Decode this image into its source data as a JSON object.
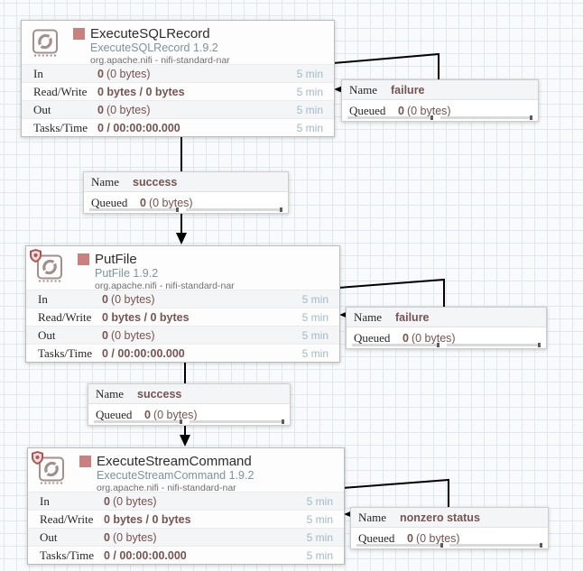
{
  "processors": [
    {
      "name": "ExecuteSQLRecord",
      "version": "ExecuteSQLRecord 1.9.2",
      "bundle": "org.apache.nifi - nifi-standard-nar",
      "state": "stopped",
      "stats": [
        {
          "label": "In",
          "bold": "0",
          "rest": "(0 bytes)",
          "time": "5 min"
        },
        {
          "label": "Read/Write",
          "bold": "0 bytes / 0 bytes",
          "rest": "",
          "time": "5 min"
        },
        {
          "label": "Out",
          "bold": "0",
          "rest": "(0 bytes)",
          "time": "5 min"
        },
        {
          "label": "Tasks/Time",
          "bold": "0 / 00:00:00.000",
          "rest": "",
          "time": "5 min"
        }
      ]
    },
    {
      "name": "PutFile",
      "version": "PutFile 1.9.2",
      "bundle": "org.apache.nifi - nifi-standard-nar",
      "state": "stopped",
      "restricted": true,
      "stats": [
        {
          "label": "In",
          "bold": "0",
          "rest": "(0 bytes)",
          "time": "5 min"
        },
        {
          "label": "Read/Write",
          "bold": "0 bytes / 0 bytes",
          "rest": "",
          "time": "5 min"
        },
        {
          "label": "Out",
          "bold": "0",
          "rest": "(0 bytes)",
          "time": "5 min"
        },
        {
          "label": "Tasks/Time",
          "bold": "0 / 00:00:00.000",
          "rest": "",
          "time": "5 min"
        }
      ]
    },
    {
      "name": "ExecuteStreamCommand",
      "version": "ExecuteStreamCommand 1.9.2",
      "bundle": "org.apache.nifi - nifi-standard-nar",
      "state": "stopped",
      "restricted": true,
      "stats": [
        {
          "label": "In",
          "bold": "0",
          "rest": "(0 bytes)",
          "time": "5 min"
        },
        {
          "label": "Read/Write",
          "bold": "0 bytes / 0 bytes",
          "rest": "",
          "time": "5 min"
        },
        {
          "label": "Out",
          "bold": "0",
          "rest": "(0 bytes)",
          "time": "5 min"
        },
        {
          "label": "Tasks/Time",
          "bold": "0 / 00:00:00.000",
          "rest": "",
          "time": "5 min"
        }
      ]
    }
  ],
  "connections": [
    {
      "name_label": "Name",
      "name": "failure",
      "queued_label": "Queued",
      "queued_bold": "0",
      "queued_rest": "(0 bytes)"
    },
    {
      "name_label": "Name",
      "name": "success",
      "queued_label": "Queued",
      "queued_bold": "0",
      "queued_rest": "(0 bytes)"
    },
    {
      "name_label": "Name",
      "name": "failure",
      "queued_label": "Queued",
      "queued_bold": "0",
      "queued_rest": "(0 bytes)"
    },
    {
      "name_label": "Name",
      "name": "success",
      "queued_label": "Queued",
      "queued_bold": "0",
      "queued_rest": "(0 bytes)"
    },
    {
      "name_label": "Name",
      "name": "nonzero status",
      "queued_label": "Queued",
      "queued_bold": "0",
      "queued_rest": "(0 bytes)"
    }
  ],
  "colors": {
    "stopped_indicator": "#c9817f",
    "stat_value": "#775351",
    "stat_time": "#a2b9c6",
    "processor_version": "#7a93a1",
    "connection_line": "#000000",
    "restricted_shield": "#b0544f",
    "processor_icon": "#a3908d"
  }
}
